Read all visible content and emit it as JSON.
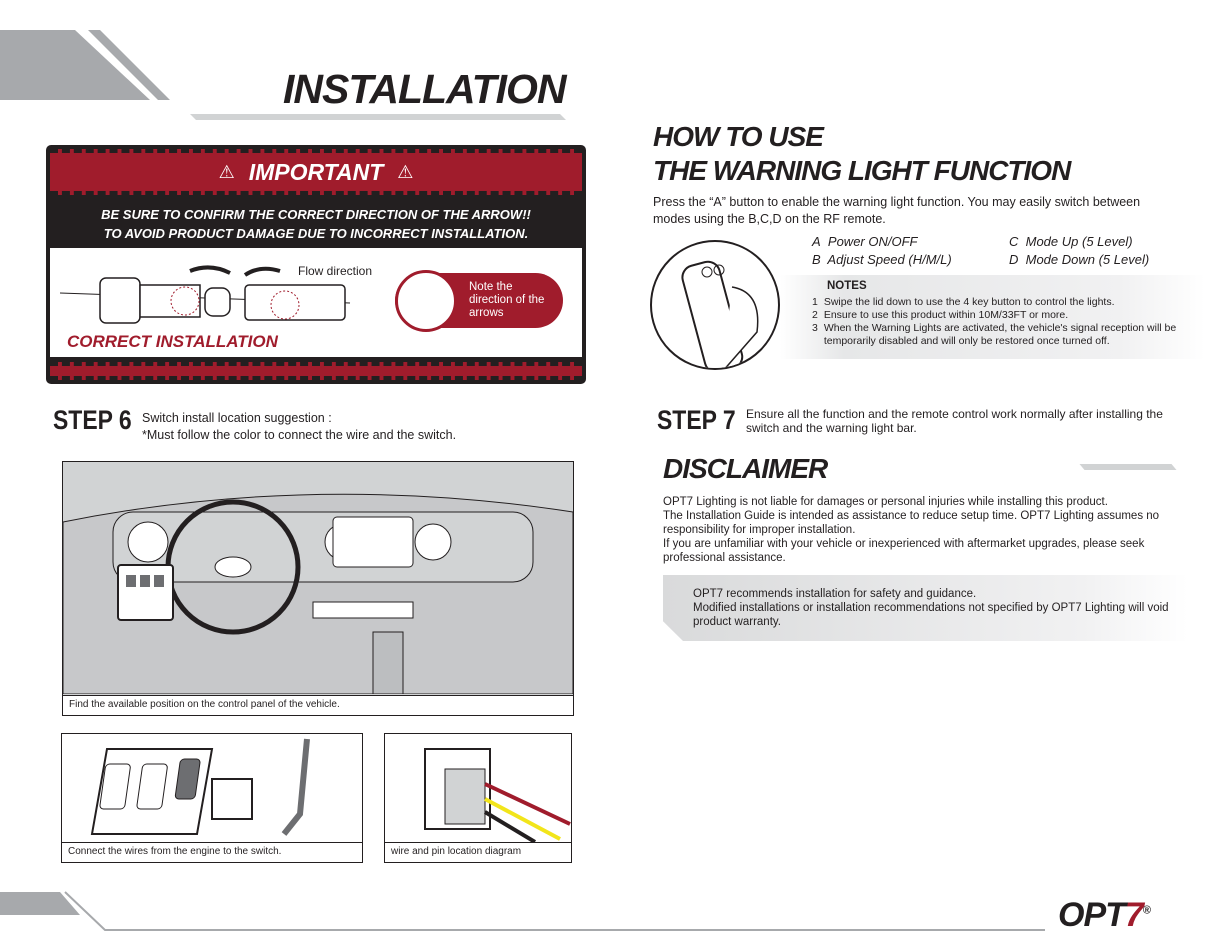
{
  "left": {
    "title": "INSTALLATION",
    "important": {
      "header": "IMPORTANT",
      "line1": "BE SURE TO CONFIRM THE CORRECT DIRECTION OF THE ARROW!!",
      "line2": "TO AVOID PRODUCT DAMAGE DUE TO INCORRECT INSTALLATION.",
      "flow": "Flow direction",
      "note": "Note the direction of the arrows",
      "correct": "CORRECT INSTALLATION"
    },
    "step6": {
      "label": "STEP 6",
      "line1": "Switch install location suggestion :",
      "line2": "*Must follow the color to connect the wire and the switch."
    },
    "captions": {
      "dash": "Find the available position on the control panel of the vehicle.",
      "wires": "Connect the wires from the engine to the switch.",
      "pins": "wire and pin location diagram"
    }
  },
  "right": {
    "title1": "HOW TO USE",
    "title2": "THE WARNING LIGHT FUNCTION",
    "intro": "Press the “A” button to enable the warning light function. You may easily switch between modes using the B,C,D on the RF remote.",
    "functions": [
      {
        "key": "A",
        "label": "Power ON/OFF"
      },
      {
        "key": "C",
        "label": "Mode Up (5 Level)"
      },
      {
        "key": "B",
        "label": "Adjust Speed  (H/M/L)"
      },
      {
        "key": "D",
        "label": "Mode Down  (5 Level)"
      }
    ],
    "notes_title": "NOTES",
    "notes": [
      {
        "n": "1",
        "text": "Swipe the lid down to use the 4 key button to control the lights."
      },
      {
        "n": "2",
        "text": "Ensure to use this product within 10M/33FT or more."
      },
      {
        "n": "3",
        "text": "When the Warning Lights are activated, the vehicle's signal reception will be temporarily disabled and will only be restored once turned off."
      }
    ],
    "step7": {
      "label": "STEP 7",
      "text": "Ensure all the function and the remote control work normally after installing the switch and the warning light bar."
    },
    "disclaimer_title": "DISCLAIMER",
    "disclaimer": [
      "OPT7 Lighting is not liable for damages or personal injuries while installing this product.",
      "The Installation Guide is intended as assistance to reduce setup time. OPT7 Lighting assumes no responsibility for improper installation.",
      "If you are unfamiliar with your vehicle or inexperienced with aftermarket upgrades, please seek professional assistance."
    ],
    "recommend": [
      "OPT7 recommends installation for safety and guidance.",
      "Modified installations or installation recommendations not specified by OPT7 Lighting will void product warranty."
    ]
  },
  "footer": {
    "logo": "OPT7",
    "reg": "®"
  },
  "colors": {
    "red": "#a01c2c",
    "dark": "#231f20",
    "gray": "#a7a9ac"
  }
}
